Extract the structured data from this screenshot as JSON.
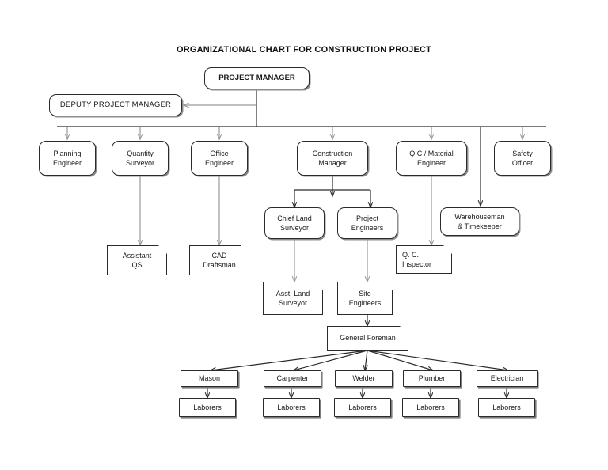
{
  "title": "ORGANIZATIONAL CHART FOR CONSTRUCTION PROJECT",
  "colors": {
    "box_border": "#2b2b2b",
    "box_fill": "#ffffff",
    "text": "#1a1a1a",
    "connector_black": "#2b2b2b",
    "connector_gray": "#9a9a9a",
    "shadow": "#8d8d8d"
  },
  "nodes": {
    "project_manager": "PROJECT MANAGER",
    "deputy_project_manager": "DEPUTY PROJECT MANAGER",
    "planning_engineer": "Planning\nEngineer",
    "quantity_surveyor": "Quantity\nSurveyor",
    "office_engineer": "Office\nEngineer",
    "construction_manager": "Construction\nManager",
    "qc_material_engineer": "Q C / Material\nEngineer",
    "safety_officer": "Safety\nOfficer",
    "chief_land_surveyor": "Chief Land\nSurveyor",
    "project_engineers": "Project\nEngineers",
    "warehouseman_timekeeper": "Warehouseman\n& Timekeeper",
    "assistant_qs": "Assistant\nQS",
    "cad_draftsman": "CAD\nDraftsman",
    "qc_inspector": "Q. C.\nInspector",
    "asst_land_surveyor": "Asst. Land\nSurveyor",
    "site_engineers": "Site\nEngineers",
    "general_foreman": "General Foreman",
    "mason": "Mason",
    "carpenter": "Carpenter",
    "welder": "Welder",
    "plumber": "Plumber",
    "electrician": "Electrician",
    "laborers_mason": "Laborers",
    "laborers_carpenter": "Laborers",
    "laborers_welder": "Laborers",
    "laborers_plumber": "Laborers",
    "laborers_electrician": "Laborers"
  }
}
